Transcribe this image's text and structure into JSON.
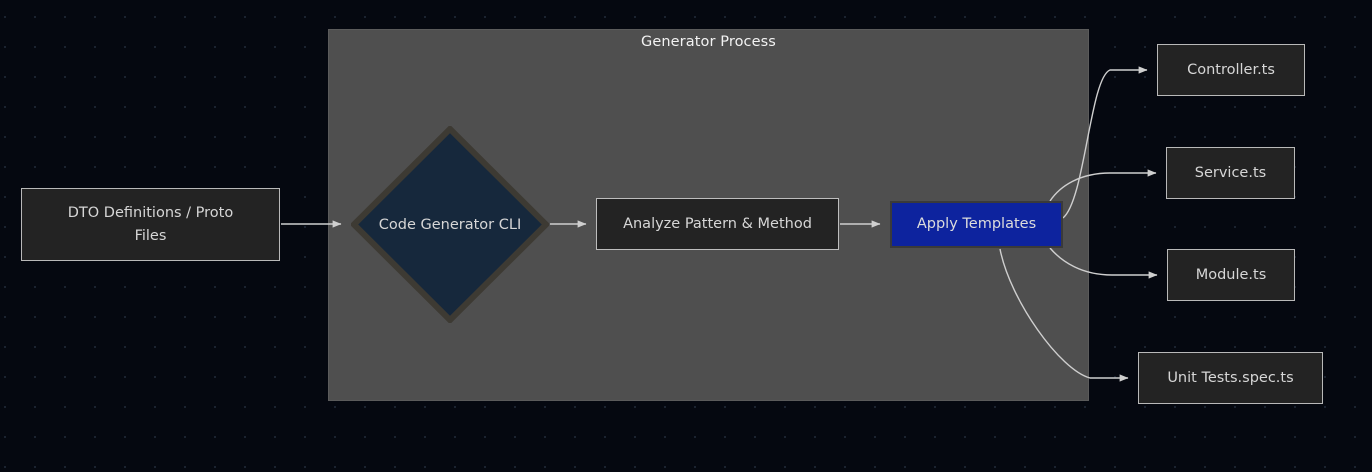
{
  "diagram": {
    "type": "flowchart",
    "direction": "left-to-right",
    "subgraph": {
      "title": "Generator Process"
    },
    "nodes": [
      {
        "id": "dto",
        "label": "DTO Definitions / Proto Files",
        "shape": "rect",
        "style": "default"
      },
      {
        "id": "cli",
        "label": "Code Generator CLI",
        "shape": "diamond",
        "style": "decision"
      },
      {
        "id": "analyze",
        "label": "Analyze Pattern & Method",
        "shape": "rect",
        "style": "default"
      },
      {
        "id": "apply",
        "label": "Apply Templates",
        "shape": "rect",
        "style": "highlight"
      },
      {
        "id": "controller",
        "label": "Controller.ts",
        "shape": "rect",
        "style": "default"
      },
      {
        "id": "service",
        "label": "Service.ts",
        "shape": "rect",
        "style": "default"
      },
      {
        "id": "module",
        "label": "Module.ts",
        "shape": "rect",
        "style": "default"
      },
      {
        "id": "unittests",
        "label": "Unit Tests.spec.ts",
        "shape": "rect",
        "style": "default"
      }
    ],
    "edges": [
      {
        "from": "dto",
        "to": "cli"
      },
      {
        "from": "cli",
        "to": "analyze"
      },
      {
        "from": "analyze",
        "to": "apply"
      },
      {
        "from": "apply",
        "to": "controller"
      },
      {
        "from": "apply",
        "to": "service"
      },
      {
        "from": "apply",
        "to": "module"
      },
      {
        "from": "apply",
        "to": "unittests"
      }
    ],
    "colors": {
      "background": "#050810",
      "grid_dot": "#1b2330",
      "subgraph_fill": "#4f4f4f",
      "node_fill": "#232323",
      "node_border": "#b9b9b9",
      "decision_fill": "#16283c",
      "decision_border": "#3d3a33",
      "highlight_fill": "#0d239e",
      "highlight_border": "#3a3a3a",
      "edge_stroke": "#cfcfcf",
      "text": "#d6d6d6",
      "title_text": "#f2f2f2"
    },
    "labels": {
      "dto_line1": "DTO Definitions / Proto",
      "dto_line2": "Files"
    }
  }
}
